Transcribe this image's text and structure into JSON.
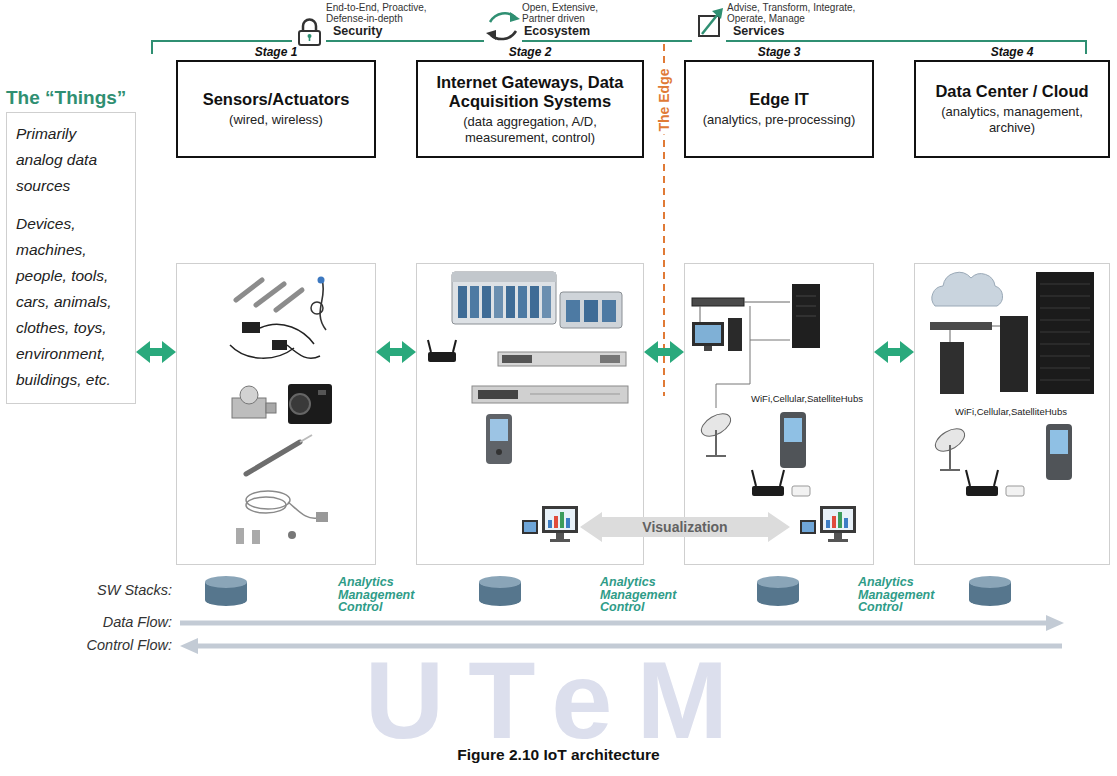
{
  "diagram": {
    "caption": "Figure 2.10 IoT architecture",
    "nodes": [
      {
        "text": [
          "The “Things”",
          "Primarily analog data sources",
          "Devices, machines, people, tools, cars, animals, clothes, toys, environment, buildings, etc."
        ]
      },
      {
        "text": [
          "Stage 1",
          "Sensors/Actuators",
          "(wired, wireless)"
        ]
      },
      {
        "text": [
          "Stage 2",
          "Internet Gateways, Data Acquisition Systems",
          "(data aggregation, A/D, measurement, control)"
        ]
      },
      {
        "text": [
          "Stage 3",
          "Edge IT",
          "(analytics, pre-processing)",
          "WiFi,Cellular,SatelliteHubs"
        ]
      },
      {
        "text": [
          "Stage 4",
          "Data Center / Cloud",
          "(analytics, management, archive)",
          "WiFi,Cellular,SatelliteHubs"
        ]
      },
      {
        "text": [
          "Visualization"
        ]
      }
    ],
    "edges": [
      {
        "from": 0,
        "to": 1,
        "arrow": "both"
      },
      {
        "from": 1,
        "to": 2,
        "arrow": "both"
      },
      {
        "from": 2,
        "to": 3,
        "arrow": "both"
      },
      {
        "from": 3,
        "to": 4,
        "arrow": "both"
      }
    ],
    "labels": [
      "End-to-End, Proactive, Defense-in-depth",
      "Security",
      "Open, Extensive, Partner driven",
      "Ecosystem",
      "Advise, Transform, Integrate, Operate, Manage",
      "Services",
      "The Edge",
      "SW Stacks:",
      "Data Flow:",
      "Control Flow:",
      "Analytics Management Control",
      "Analytics Management Control",
      "Analytics Management Control",
      "UTeM"
    ]
  }
}
